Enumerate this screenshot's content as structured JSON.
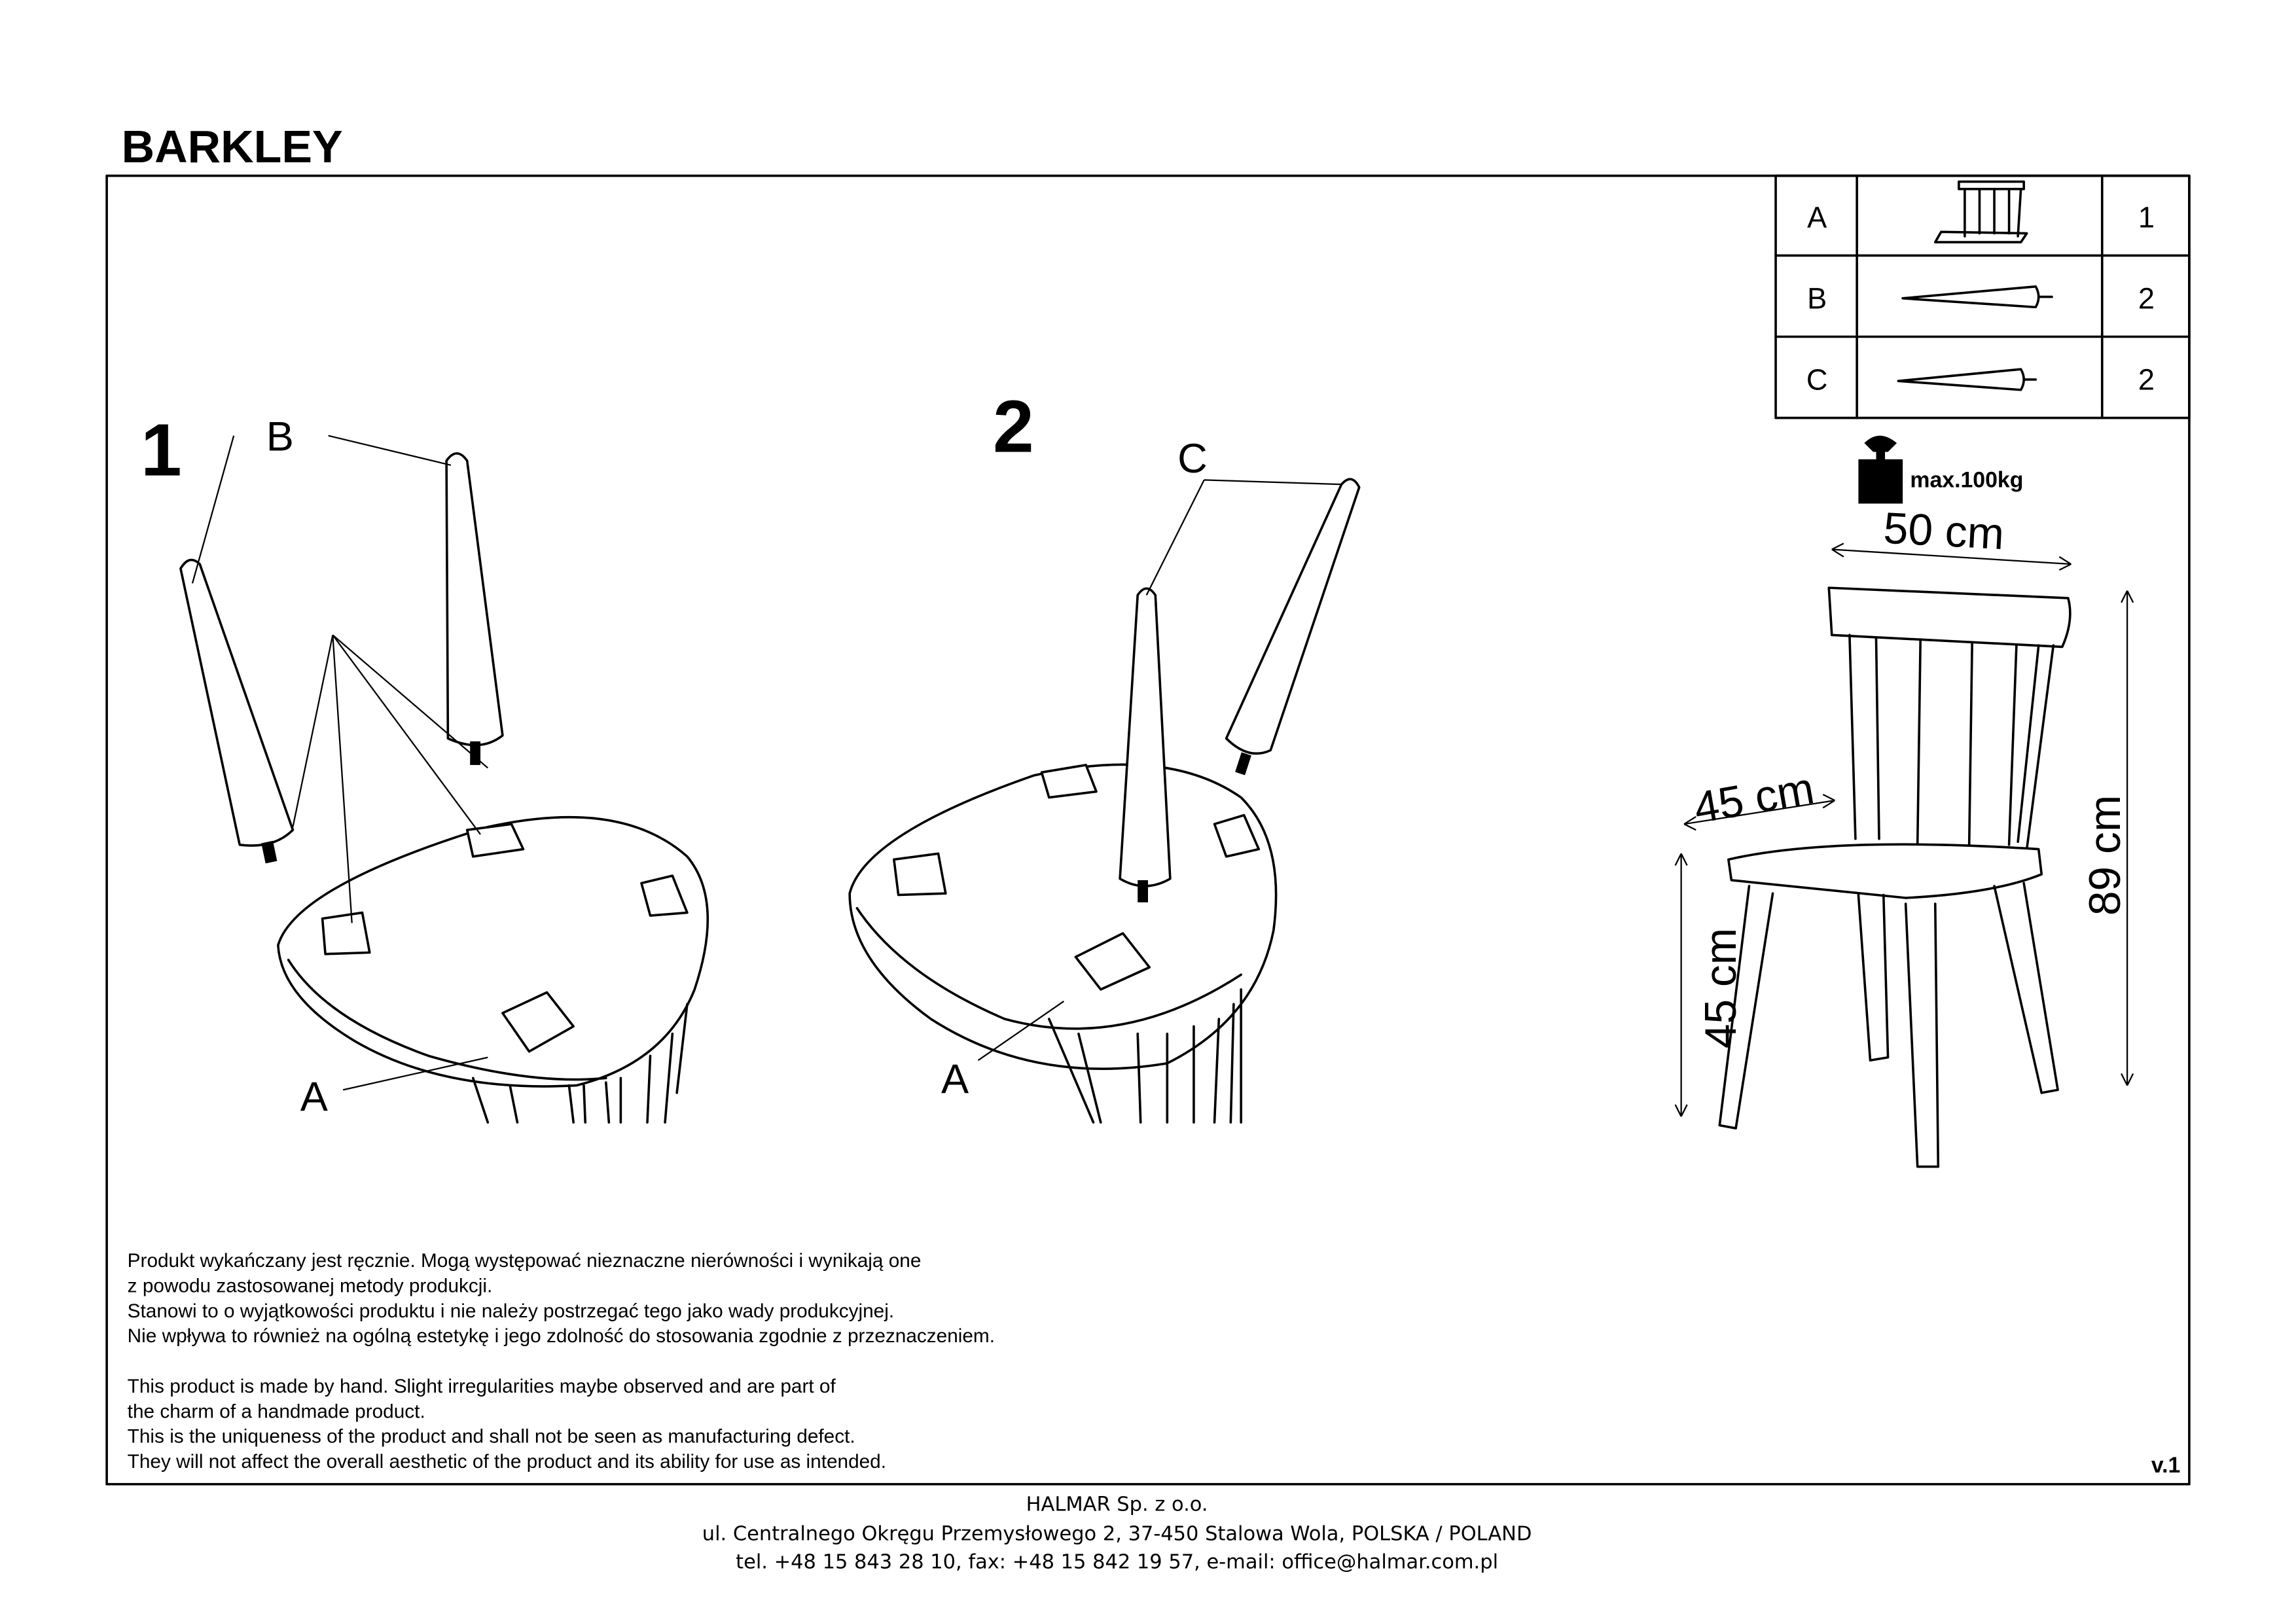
{
  "title": "BARKLEY",
  "parts_table": [
    {
      "letter": "A",
      "icon": "chair-seat-back-icon",
      "qty": "1"
    },
    {
      "letter": "B",
      "icon": "leg-icon",
      "qty": "2"
    },
    {
      "letter": "C",
      "icon": "leg-icon",
      "qty": "2"
    }
  ],
  "steps": [
    {
      "number": "1",
      "labels": {
        "leg": "B",
        "seat": "A"
      }
    },
    {
      "number": "2",
      "labels": {
        "leg": "C",
        "seat": "A"
      }
    }
  ],
  "dimensions": {
    "max_load": "max.100kg",
    "width": "50 cm",
    "depth": "45 cm",
    "seat_height": "45 cm",
    "total_height": "89 cm"
  },
  "notice_pl": [
    "Produkt wykańczany jest ręcznie. Mogą występować nieznaczne nierówności i wynikają one",
    "z powodu zastosowanej metody produkcji.",
    "Stanowi to o wyjątkowości produktu i nie należy postrzegać tego jako wady produkcyjnej.",
    "Nie wpływa to również na ogólną estetykę i jego zdolność do stosowania zgodnie z przeznaczeniem."
  ],
  "notice_en": [
    "This product is made by hand. Slight irregularities maybe observed and are part of",
    "the charm of a handmade product.",
    "This is the uniqueness of the product and shall not be seen as manufacturing defect.",
    "They will not affect the overall aesthetic of the product and its ability for use as intended."
  ],
  "version": "v.1",
  "footer": [
    "HALMAR Sp. z o.o.",
    "ul. Centralnego Okręgu Przemysłowego 2, 37-450 Stalowa Wola, POLSKA / POLAND",
    "tel. +48 15 843 28 10, fax: +48 15 842 19 57, e-mail: office@halmar.com.pl"
  ]
}
